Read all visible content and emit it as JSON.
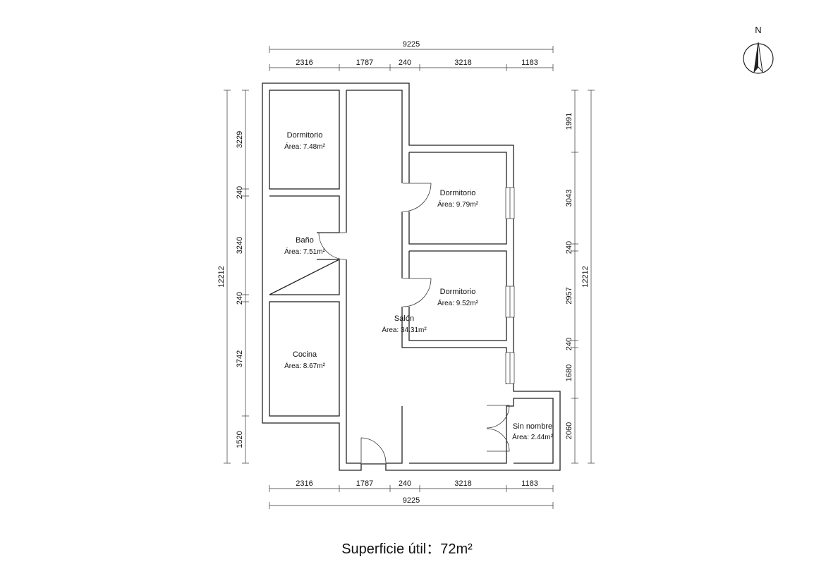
{
  "compass": {
    "label": "N"
  },
  "dimensions": {
    "top_total": "9225",
    "top_segments": [
      "2316",
      "1787",
      "240",
      "3218",
      "1183"
    ],
    "bottom_segments": [
      "2316",
      "1787",
      "240",
      "3218",
      "1183"
    ],
    "bottom_total": "9225",
    "left_total": "12212",
    "left_segments": [
      "3229",
      "240",
      "3240",
      "240",
      "3742",
      "1520"
    ],
    "right_total": "12212",
    "right_segments": [
      "1991",
      "3043",
      "240",
      "2957",
      "240",
      "1680",
      "2060"
    ]
  },
  "rooms": [
    {
      "name": "Dormitorio",
      "area": "Área: 7.48m²"
    },
    {
      "name": "Baño",
      "area": "Área: 7.51m²"
    },
    {
      "name": "Cocina",
      "area": "Área: 8.67m²"
    },
    {
      "name": "Dormitorio",
      "area": "Área: 9.79m²"
    },
    {
      "name": "Dormitorio",
      "area": "Área: 9.52m²"
    },
    {
      "name": "Salón",
      "area": "Área: 34.31m²"
    },
    {
      "name": "Sin nombre",
      "area": "Área: 2.44m²"
    }
  ],
  "caption": "Superficie útil：72m²"
}
